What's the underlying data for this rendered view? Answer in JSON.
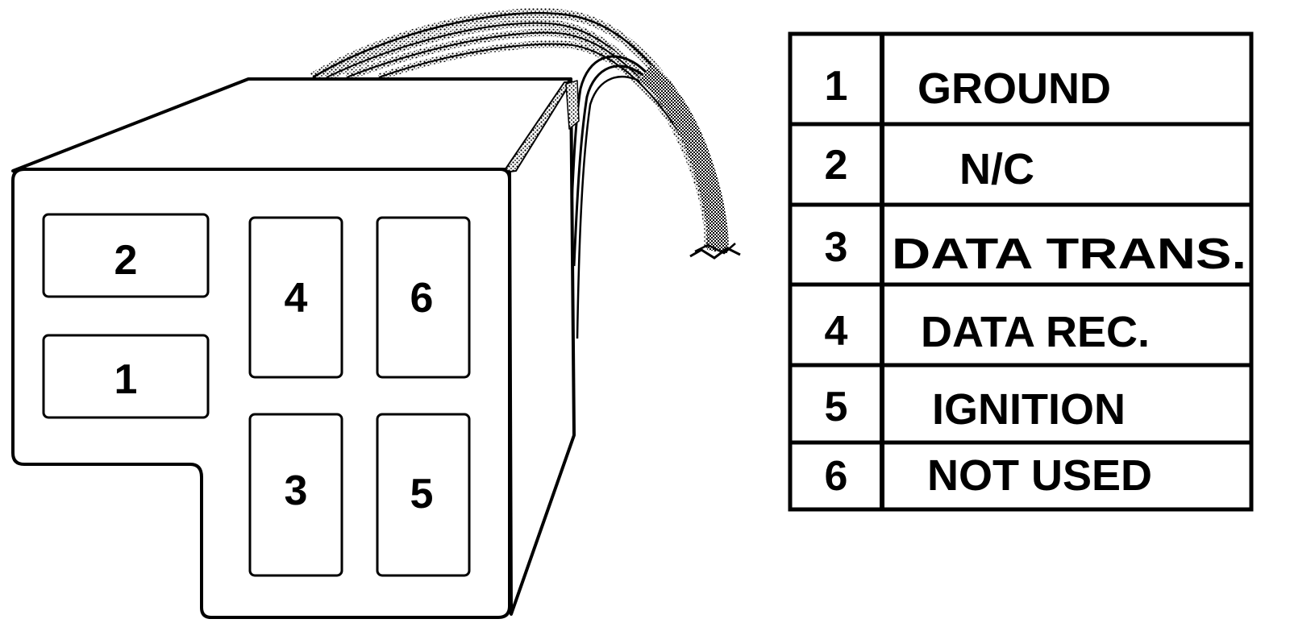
{
  "connector": {
    "cavities": [
      {
        "number": "2"
      },
      {
        "number": "1"
      },
      {
        "number": "4"
      },
      {
        "number": "3"
      },
      {
        "number": "6"
      },
      {
        "number": "5"
      }
    ]
  },
  "pinout_table": {
    "rows": [
      {
        "pin": "1",
        "function": "GROUND"
      },
      {
        "pin": "2",
        "function": "N/C"
      },
      {
        "pin": "3",
        "function": "DATA TRANS."
      },
      {
        "pin": "4",
        "function": "DATA REC."
      },
      {
        "pin": "5",
        "function": "IGNITION"
      },
      {
        "pin": "6",
        "function": "NOT USED"
      }
    ]
  },
  "colors": {
    "line": "#000000",
    "background": "#ffffff"
  }
}
